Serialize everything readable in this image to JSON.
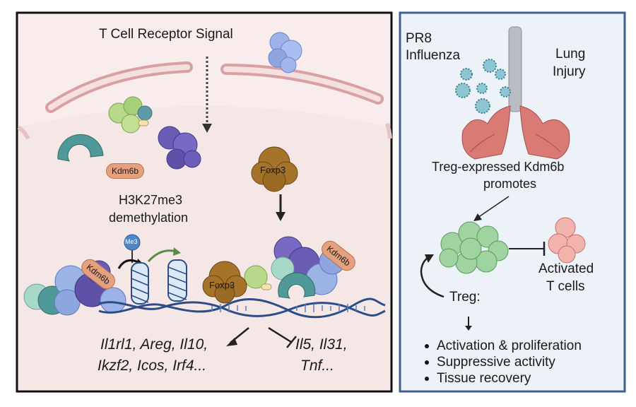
{
  "left_panel": {
    "title": "T Cell Receptor Signal",
    "kdm6b_label": "Kdm6b",
    "foxp3_label": "Foxp3",
    "process_label_line1": "H3K27me3",
    "process_label_line2": "demethylation",
    "me3_label": "Me3",
    "kdm6b_chromatin_label": "Kdm6b",
    "foxp3_chromatin_label": "Foxp3",
    "kdm6b_right_label": "Kdm6b",
    "upregulated_genes_line1": "Il1rl1, Areg, Il10,",
    "upregulated_genes_line2": "Ikzf2, Icos, Irf4...",
    "repressed_genes_line1": "Il5, Il31,",
    "repressed_genes_line2": "Tnf..."
  },
  "right_panel": {
    "virus_label_line1": "PR8",
    "virus_label_line2": "Influenza",
    "injury_label_line1": "Lung",
    "injury_label_line2": "Injury",
    "promotes_line1": "Treg-expressed Kdm6b",
    "promotes_line2": "promotes",
    "activated_line1": "Activated",
    "activated_line2": "T cells",
    "treg_label": "Treg:",
    "bullets": [
      "Activation & proliferation",
      "Suppressive activity",
      "Tissue recovery"
    ]
  },
  "colors": {
    "left_border": "#111111",
    "left_bg": "#f8ecec",
    "right_border": "#3f5f8f",
    "right_bg": "#edf1f8",
    "kdm6b": "#e3a17f",
    "foxp3": "#a5732a",
    "treg": "#9fd3a0",
    "activated_cells": "#f2b3ad",
    "dna": "#2c4d88"
  }
}
